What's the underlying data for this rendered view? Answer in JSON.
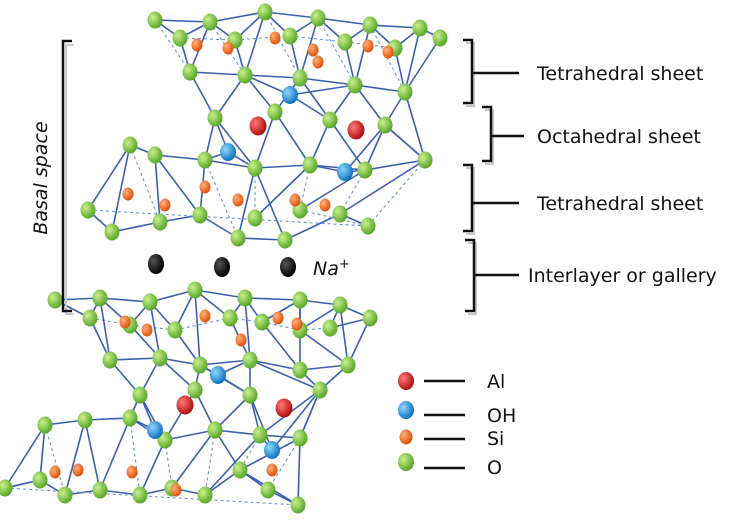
{
  "labels": {
    "basal_space": "Basal space",
    "tetrahedral_top": "Tetrahedral sheet",
    "octahedral": "Octahedral sheet",
    "tetrahedral_bottom": "Tetrahedral sheet",
    "interlayer": "Interlayer or gallery",
    "ion_symbol": "Na",
    "ion_charge": "+"
  },
  "legend": {
    "items": [
      {
        "key": "al",
        "label": "Al",
        "color": "#d42424"
      },
      {
        "key": "oh",
        "label": "OH",
        "color": "#1f8fd6"
      },
      {
        "key": "si",
        "label": "Si",
        "color": "#f06a1e"
      },
      {
        "key": "o",
        "label": "O",
        "color": "#7cc83a"
      }
    ]
  },
  "colors": {
    "bond": "#3b5fb0",
    "ion": "#000000",
    "bracket": "#111111"
  }
}
